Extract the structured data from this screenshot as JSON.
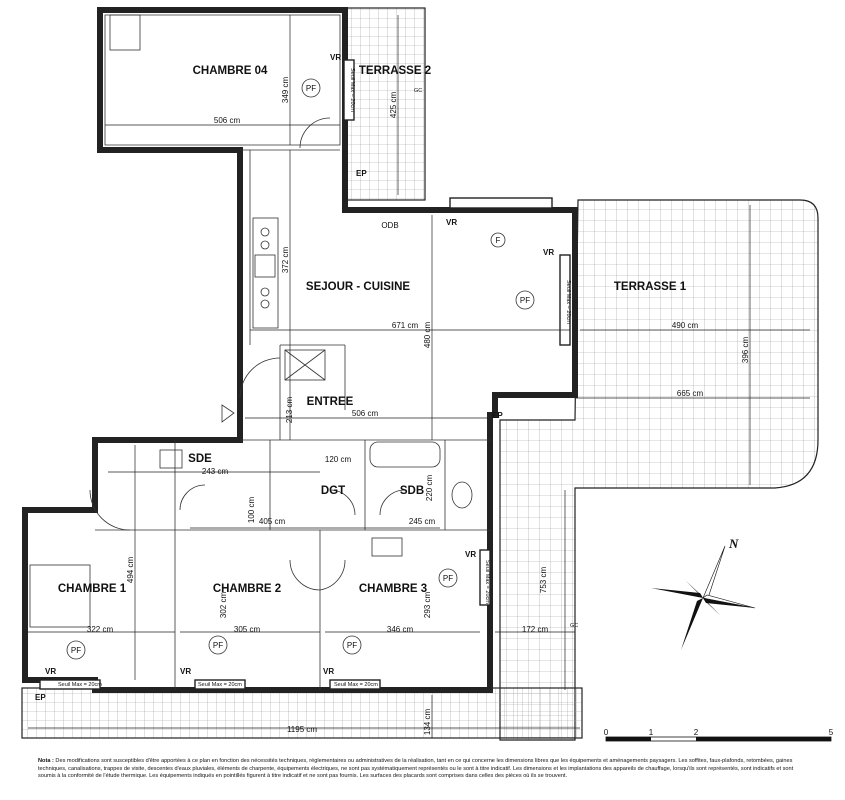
{
  "rooms": {
    "chambre04": "CHAMBRE 04",
    "terrasse2": "TERRASSE 2",
    "sejour": "SEJOUR - CUISINE",
    "terrasse1": "TERRASSE 1",
    "entree": "ENTREE",
    "sde": "SDE",
    "dgt": "DGT",
    "sdb": "SDB",
    "chambre1": "CHAMBRE 1",
    "chambre2": "CHAMBRE 2",
    "chambre3": "CHAMBRE 3"
  },
  "dimensions": {
    "d_506_top": "506 cm",
    "d_349": "349 cm",
    "d_425": "425 cm",
    "d_372": "372 cm",
    "d_671": "671 cm",
    "d_480": "480 cm",
    "d_490": "490 cm",
    "d_396": "396 cm",
    "d_213": "213 cm",
    "d_506_entree": "506 cm",
    "d_665": "665 cm",
    "d_243": "243 cm",
    "d_120": "120 cm",
    "d_220": "220 cm",
    "d_100": "100 cm",
    "d_405": "405 cm",
    "d_245": "245 cm",
    "d_494": "494 cm",
    "d_753": "753 cm",
    "d_302": "302 cm",
    "d_293": "293 cm",
    "d_322": "322 cm",
    "d_305": "305 cm",
    "d_346": "346 cm",
    "d_172": "172 cm",
    "d_1195": "1195 cm",
    "d_134": "134 cm"
  },
  "symbols": {
    "vr": "VR",
    "pf": "PF",
    "ep": "EP",
    "f": "F",
    "odb": "ODB",
    "gc": "GC",
    "seuil": "Seuil Max = 20cm",
    "north": "N"
  },
  "scale": [
    "0",
    "1",
    "2",
    "5"
  ],
  "note": {
    "label": "Nota :",
    "text": "Des modifications sont susceptibles d'être apportées à ce plan en fonction des nécessités techniques, réglementaires ou administratives de la réalisation, tant en ce qui concerne les dimensions libres que les équipements et aménagements paysagers. Les soffites, faux-plafonds, retombées, gaines techniques, canalisations, trappes de visite, descentes d'eaux pluviales, éléments de charpente, équipements électriques, ne sont pas systématiquement représentés ou le sont à titre indicatif. Les dimensions et les implantations des appareils de chauffage, lorsqu'ils sont représentés, sont indicatifs et sont soumis à la conformité de l'étude thermique. Les équipements indiqués en pointillés figurent à titre indicatif et ne sont pas fournis. Les surfaces des placards sont comprises dans celles des pièces où ils se trouvent."
  }
}
